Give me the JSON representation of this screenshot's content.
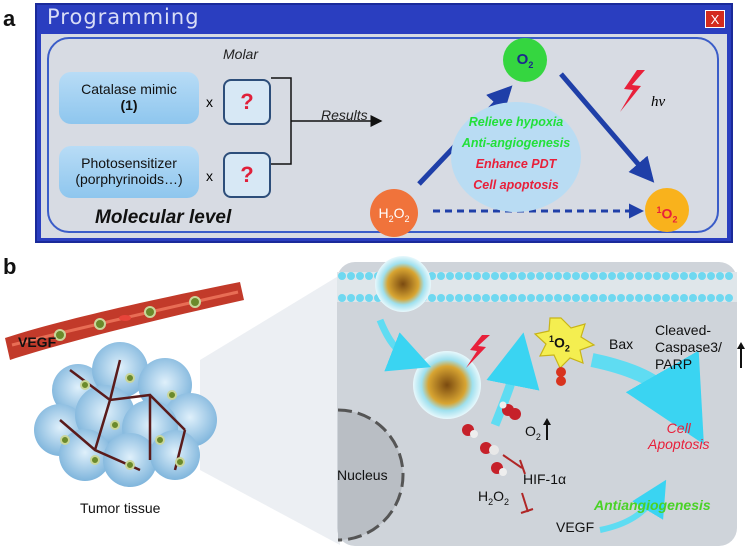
{
  "panel_a": {
    "letter": "a"
  },
  "panel_b": {
    "letter": "b"
  },
  "window": {
    "title": "Programming",
    "close_label": "X"
  },
  "molecular": {
    "molar_label": "Molar",
    "catalase_line1": "Catalase mimic",
    "catalase_line2": "(1)",
    "photo_line1": "Photosensitizer",
    "photo_line2": "(porphyrinoids…)",
    "times": "x",
    "question": "?",
    "results_label": "Results",
    "level_label": "Molecular level"
  },
  "cycle": {
    "o2_main": "O",
    "o2_sub": "2",
    "h2o2_main": "H",
    "h2o2_sub1": "2",
    "h2o2_mid": "O",
    "h2o2_sub2": "2",
    "singlet_sup": "1",
    "singlet_main": "O",
    "singlet_sub": "2",
    "hv": "hν",
    "effects": [
      {
        "text": "Relieve hypoxia",
        "color": "#22e03a"
      },
      {
        "text": "Anti-angiogenesis",
        "color": "#22e03a"
      },
      {
        "text": "Enhance PDT",
        "color": "#e8203a"
      },
      {
        "text": "Cell apoptosis",
        "color": "#e8203a"
      }
    ]
  },
  "tissue": {
    "vegf_label": "VEGF",
    "tumor_label": "Tumor tissue"
  },
  "cell": {
    "nucleus_label": "Nucleus",
    "singlet_sup": "1",
    "singlet_main": "O",
    "singlet_sub": "2",
    "bax_label": "Bax",
    "caspase_line1": "Cleaved-",
    "caspase_line2": "Caspase3/",
    "caspase_line3": "PARP",
    "o2_main": "O",
    "o2_sub": "2",
    "hif_label": "HIF-1α",
    "h2o2_main": "H",
    "h2o2_sub1": "2",
    "h2o2_mid": "O",
    "h2o2_sub2": "2",
    "vegf_label": "VEGF",
    "antiangio_label": "Antiangiogenesis",
    "apoptosis_line1": "Cell",
    "apoptosis_line2": "Apoptosis"
  }
}
